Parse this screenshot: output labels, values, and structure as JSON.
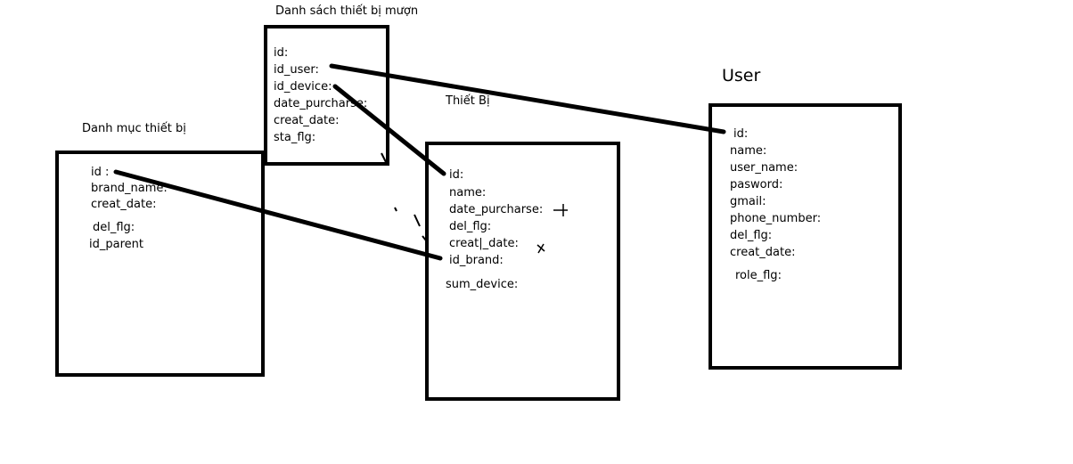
{
  "tables": {
    "borrow": {
      "title": "Danh sách thiết bị mượn",
      "fields": [
        "id:",
        "id_user:",
        "id_device:",
        "date_purcharse:",
        "creat_date:",
        "sta_flg:"
      ]
    },
    "category": {
      "title": "Danh mục thiết bị",
      "fields": [
        "id :",
        "brand_name:",
        "creat_date:",
        "del_flg:",
        "id_parent"
      ]
    },
    "device": {
      "title": "Thiết Bị",
      "fields": [
        "id:",
        "name:",
        "date_purcharse:",
        "del_flg:",
        "creat|_date:",
        "id_brand:",
        "sum_device:"
      ]
    },
    "user": {
      "title": "User",
      "fields": [
        "id:",
        "name:",
        "user_name:",
        "pasword:",
        "gmail:",
        "phone_number:",
        "del_flg:",
        "creat_date:",
        "role_flg:"
      ]
    }
  },
  "colors": {
    "stroke": "#000000",
    "background": "#ffffff"
  }
}
